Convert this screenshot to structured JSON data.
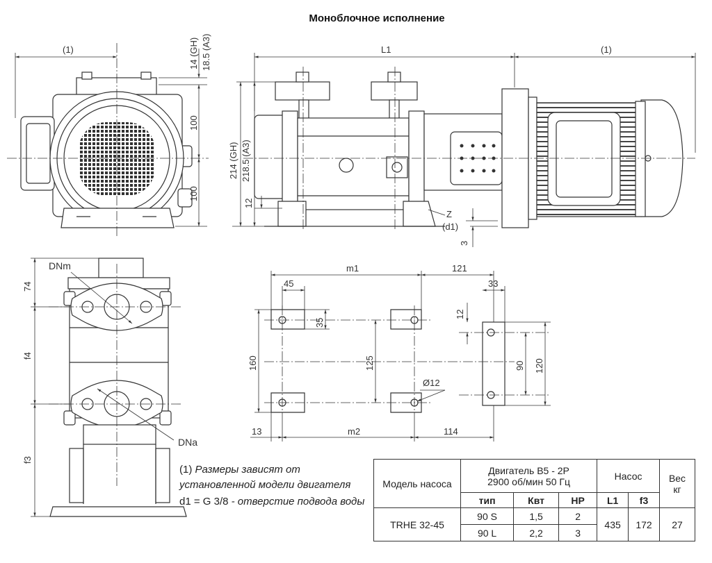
{
  "title": "Моноблочное исполнение",
  "dims": {
    "front": {
      "top_w": "(1)",
      "h1_gh": "14 (GH)",
      "h1_a3": "18.5 (A3)",
      "h_up": "100",
      "h_dn": "100"
    },
    "side": {
      "l1": "L1",
      "motor": "(1)",
      "h_gh": "214 (GH)",
      "h_a3": "218.5 (A3)",
      "h12": "12",
      "z": "Z",
      "d1": "(d1)",
      "h3": "3"
    },
    "body": {
      "dnm": "DNm",
      "dna": "DNa",
      "d74": "74",
      "f4": "f4",
      "f3": "f3"
    },
    "base": {
      "m1": "m1",
      "d121": "121",
      "d45": "45",
      "d33": "33",
      "d35": "35",
      "d12a": "12",
      "d160": "160",
      "d125": "125",
      "d90": "90",
      "d120": "120",
      "phi12": "Ø12",
      "d13": "13",
      "m2": "m2",
      "d114": "114"
    }
  },
  "notes": {
    "n1_mark": "(1)",
    "n1_text1": "Размеры зависят от",
    "n1_text2": "установленной модели двигателя",
    "d1_mark": "d1 = G 3/8",
    "d1_text": " - отверстие подвода воды"
  },
  "table": {
    "model_header": "Модель насоса",
    "motor_header1": "Двигатель В5  - 2Р",
    "motor_header2": "2900 об/мин 50 Гц",
    "pump_header": "Насос",
    "weight_header1": "Вес",
    "weight_header2": "кг",
    "col_type": "тип",
    "col_kw": "Квт",
    "col_hp": "HP",
    "col_l1": "L1",
    "col_f3": "f3",
    "rows": [
      {
        "model": "TRHE 32-45",
        "type": "90 S",
        "kw": "1,5",
        "hp": "2",
        "l1": "435",
        "f3": "172",
        "weight": "27"
      },
      {
        "type": "90 L",
        "kw": "2,2",
        "hp": "3"
      }
    ]
  }
}
